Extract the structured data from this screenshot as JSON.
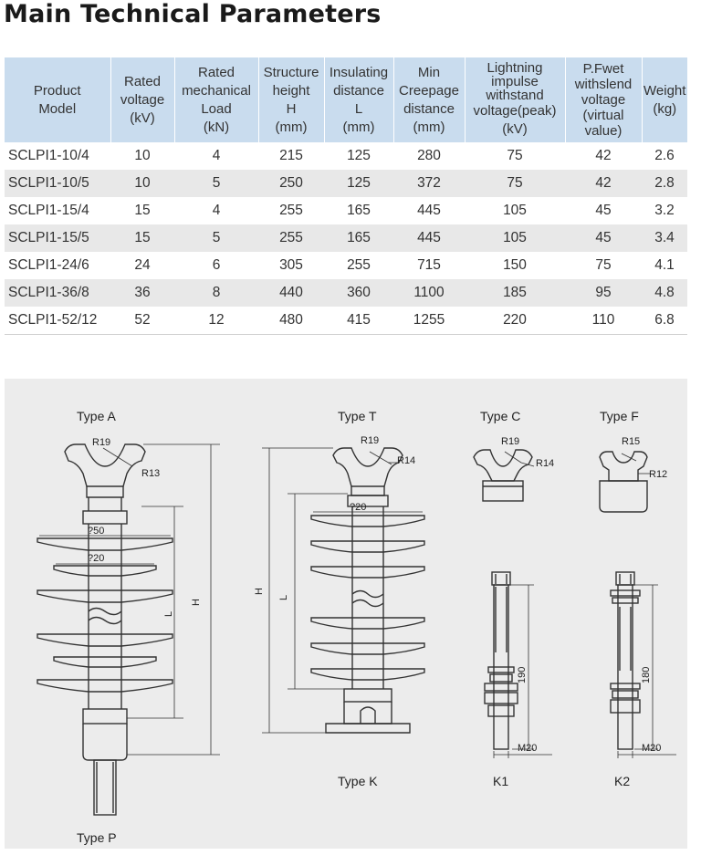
{
  "title": "Main Technical Parameters",
  "table": {
    "headers": [
      [
        "Product",
        "Model"
      ],
      [
        "Rated",
        "voltage",
        "(kV)"
      ],
      [
        "Rated",
        "mechanical",
        "Load",
        "(kN)"
      ],
      [
        "Structure",
        "height",
        "H",
        "(mm)"
      ],
      [
        "Insulating",
        "distance",
        "L",
        "(mm)"
      ],
      [
        "Min",
        "Creepage",
        "distance",
        "(mm)"
      ],
      [
        "Lightning",
        "impulse",
        "withstand",
        "voltage(peak)",
        "(kV)"
      ],
      [
        "P.Fwet",
        "withslend",
        "voltage",
        "(virtual",
        "value)"
      ],
      [
        "Weight",
        "(kg)"
      ]
    ],
    "rows": [
      [
        "SCLPI1-10/4",
        "10",
        "4",
        "215",
        "125",
        "280",
        "75",
        "42",
        "2.6"
      ],
      [
        "SCLPI1-10/5",
        "10",
        "5",
        "250",
        "125",
        "372",
        "75",
        "42",
        "2.8"
      ],
      [
        "SCLPI1-15/4",
        "15",
        "4",
        "255",
        "165",
        "445",
        "105",
        "45",
        "3.2"
      ],
      [
        "SCLPI1-15/5",
        "15",
        "5",
        "255",
        "165",
        "445",
        "105",
        "45",
        "3.4"
      ],
      [
        "SCLPI1-24/6",
        "24",
        "6",
        "305",
        "255",
        "715",
        "150",
        "75",
        "4.1"
      ],
      [
        "SCLPI1-36/8",
        "36",
        "8",
        "440",
        "360",
        "1100",
        "185",
        "95",
        "4.8"
      ],
      [
        "SCLPI1-52/12",
        "52",
        "12",
        "480",
        "415",
        "1255",
        "220",
        "110",
        "6.8"
      ]
    ]
  },
  "diagram": {
    "labels": {
      "type_a": "Type A",
      "type_t": "Type T",
      "type_c": "Type C",
      "type_f": "Type F",
      "type_k": "Type K",
      "type_p": "Type P",
      "k1": "K1",
      "k2": "K2"
    },
    "dims": {
      "a_r19": "R19",
      "a_r13": "R13",
      "a_d50": "?50",
      "a_d20": "?20",
      "a_l": "L",
      "a_h": "H",
      "t_r19": "R19",
      "t_r14": "R14",
      "t_d20": "?20",
      "t_h": "H",
      "t_l": "L",
      "c_r19": "R19",
      "c_r14": "R14",
      "f_r15": "R15",
      "f_r12": "R12",
      "k1_len": "190",
      "k1_m": "M20",
      "k2_len": "180",
      "k2_m": "M20"
    },
    "colors": {
      "background": "#ececec",
      "line": "#333333",
      "table_header": "#c9dcee",
      "row_alt": "#e8e8e8"
    }
  }
}
